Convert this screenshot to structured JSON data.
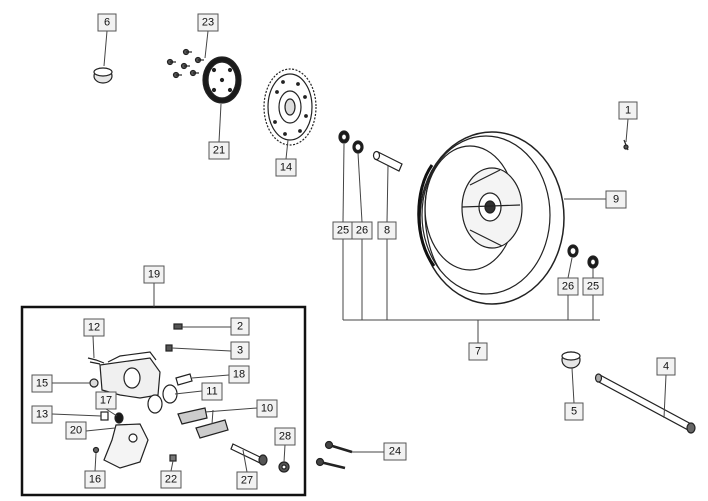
{
  "colors": {
    "line": "#222222",
    "label_fill": "#f2f2f2",
    "label_stroke": "#555555",
    "background": "#ffffff"
  },
  "callouts": {
    "c1": "1",
    "c2": "2",
    "c3": "3",
    "c4": "4",
    "c5": "5",
    "c6": "6",
    "c7": "7",
    "c8": "8",
    "c9": "9",
    "c10": "10",
    "c11": "11",
    "c12": "12",
    "c13": "13",
    "c14": "14",
    "c15": "15",
    "c16": "16",
    "c17": "17",
    "c18": "18",
    "c19": "19",
    "c20": "20",
    "c21": "21",
    "c22": "22",
    "c23": "23",
    "c24": "24",
    "c25a": "25",
    "c25b": "25",
    "c26a": "26",
    "c26b": "26",
    "c27": "27",
    "c28": "28"
  },
  "icons": {
    "wheel": "wheel-tire-icon",
    "disc": "brake-disc-icon",
    "caliper": "brake-caliper-icon",
    "axle": "axle-shaft-icon"
  }
}
